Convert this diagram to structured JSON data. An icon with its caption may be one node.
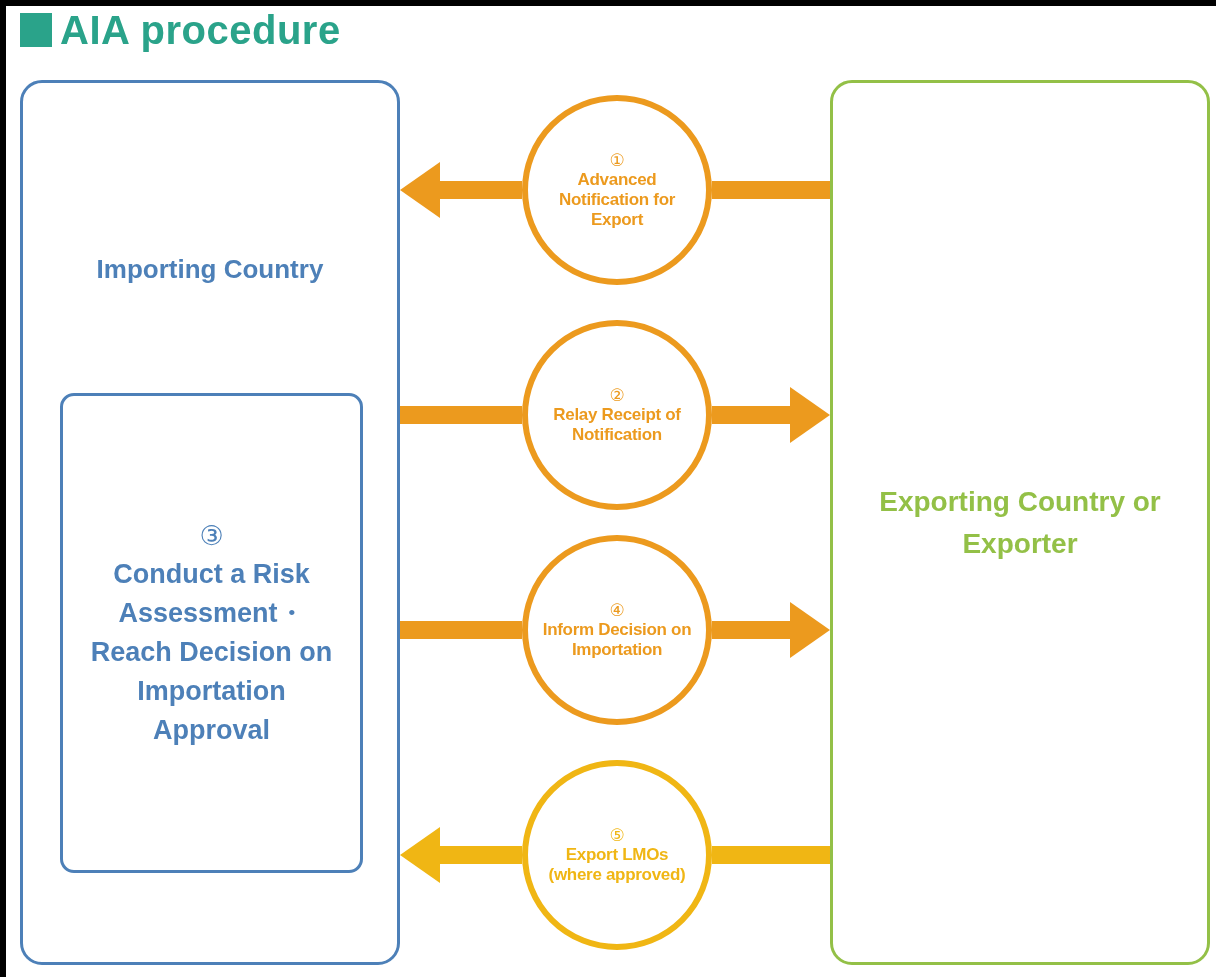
{
  "diagram": {
    "title": "AIA procedure",
    "nodes": [
      {
        "text": [
          "Importing Country"
        ]
      },
      {
        "text": [
          "③",
          "Conduct a Risk Assessment・Reach Decision on Importation Approval"
        ],
        "in": 0
      },
      {
        "text": [
          "Exporting Country or Exporter"
        ]
      },
      {
        "text": [
          "①",
          "Advanced Notification for Export"
        ]
      },
      {
        "text": [
          "②",
          "Relay Receipt of Notification"
        ]
      },
      {
        "text": [
          "④",
          "Inform Decision on Importation"
        ]
      },
      {
        "text": [
          "⑤",
          "Export LMOs (where approved)"
        ]
      }
    ],
    "edges": [
      {
        "from": 2,
        "to": 3,
        "arrow": "none"
      },
      {
        "from": 3,
        "to": 0,
        "arrow": "to"
      },
      {
        "from": 0,
        "to": 4,
        "arrow": "none"
      },
      {
        "from": 4,
        "to": 2,
        "arrow": "to"
      },
      {
        "from": 1,
        "to": 5,
        "arrow": "none"
      },
      {
        "from": 5,
        "to": 2,
        "arrow": "to"
      },
      {
        "from": 2,
        "to": 6,
        "arrow": "none",
        "color": "#f0b614"
      },
      {
        "from": 6,
        "to": 0,
        "arrow": "to",
        "color": "#f0b614"
      }
    ]
  }
}
